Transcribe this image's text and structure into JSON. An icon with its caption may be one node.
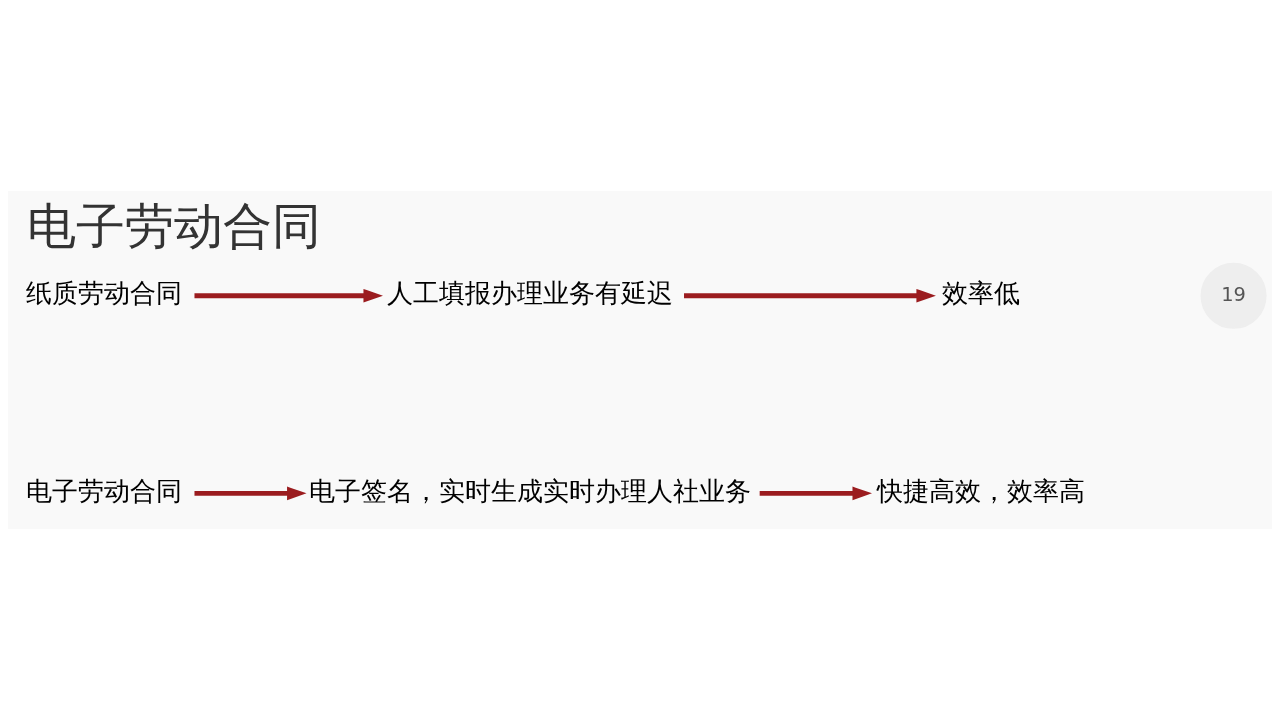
{
  "diagram": {
    "title": "电子劳动合同",
    "nodes": [
      {
        "text": [
          "电子劳动合同"
        ]
      },
      {
        "text": [
          "电子签名，实时生成实时办理人社业务"
        ]
      },
      {
        "text": [
          "快捷高效，效率高"
        ]
      },
      {
        "text": [
          "纸质劳动合同"
        ]
      },
      {
        "text": [
          "人工填报办理业务有延迟"
        ]
      },
      {
        "text": [
          "效率低"
        ]
      }
    ],
    "edges": [
      {
        "from": 0,
        "to": 1,
        "arrow": "to"
      },
      {
        "from": 1,
        "to": 2,
        "arrow": "to"
      },
      {
        "from": 3,
        "to": 4,
        "arrow": "to"
      },
      {
        "from": 4,
        "to": 5,
        "arrow": "to"
      }
    ],
    "labels": [
      "19"
    ]
  }
}
